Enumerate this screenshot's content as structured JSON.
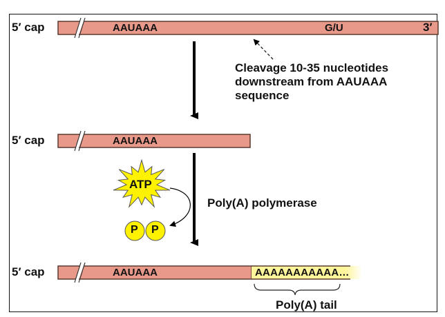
{
  "colors": {
    "mrna_fill": "#e8998a",
    "mrna_stroke": "#5a3a30",
    "polya_fill": "#fff59a",
    "atp_fill": "#fff200",
    "phosphate_fill": "#fff200",
    "arrow": "#000000"
  },
  "strand_top": {
    "five_prime": "5′ cap",
    "signal": "AAUAAA",
    "cleavage_site": "G/U",
    "three_prime": "3′"
  },
  "cleavage_note": {
    "lines": [
      "Cleavage 10-35 nucleotides",
      "downstream from AAUAAA",
      "sequence"
    ]
  },
  "strand_middle": {
    "five_prime": "5′ cap",
    "signal": "AAUAAA"
  },
  "reaction": {
    "atp": "ATP",
    "phosphate_1": "P",
    "phosphate_2": "P",
    "enzyme": "Poly(A) polymerase"
  },
  "strand_bottom": {
    "five_prime": "5′ cap",
    "signal": "AAUAAA",
    "tail_seq": "AAAAAAAAAAA…",
    "tail_label": "Poly(A) tail"
  }
}
